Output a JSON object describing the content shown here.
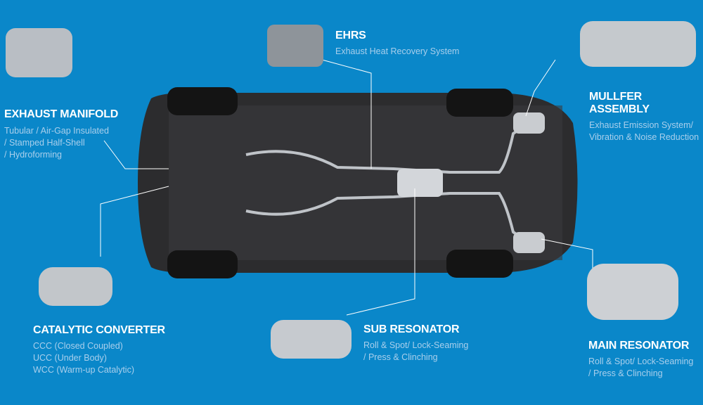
{
  "components": [
    {
      "title": "EXHAUST MANIFOLD",
      "desc": [
        "Tubular / Air-Gap Insulated",
        "/ Stamped Half-Shell",
        "/ Hydroforming"
      ]
    },
    {
      "title": "EHRS",
      "desc": [
        "Exhaust Heat Recovery System"
      ]
    },
    {
      "title": "MULLFER ASSEMBLY",
      "desc": [
        "Exhaust Emission System/",
        "Vibration & Noise Reduction"
      ]
    },
    {
      "title": "CATALYTIC CONVERTER",
      "desc": [
        "CCC (Closed Coupled)",
        "UCC (Under Body)",
        "WCC (Warm-up Catalytic)"
      ]
    },
    {
      "title": "SUB RESONATOR",
      "desc": [
        "Roll & Spot/ Lock-Seaming",
        "/ Press & Clinching"
      ]
    },
    {
      "title": "MAIN RESONATOR",
      "desc": [
        "Roll & Spot/ Lock-Seaming",
        "/ Press & Clinching"
      ]
    }
  ],
  "colors": {
    "background": "#0a87c9",
    "title": "#ffffff",
    "desc": "#a9cfec"
  }
}
